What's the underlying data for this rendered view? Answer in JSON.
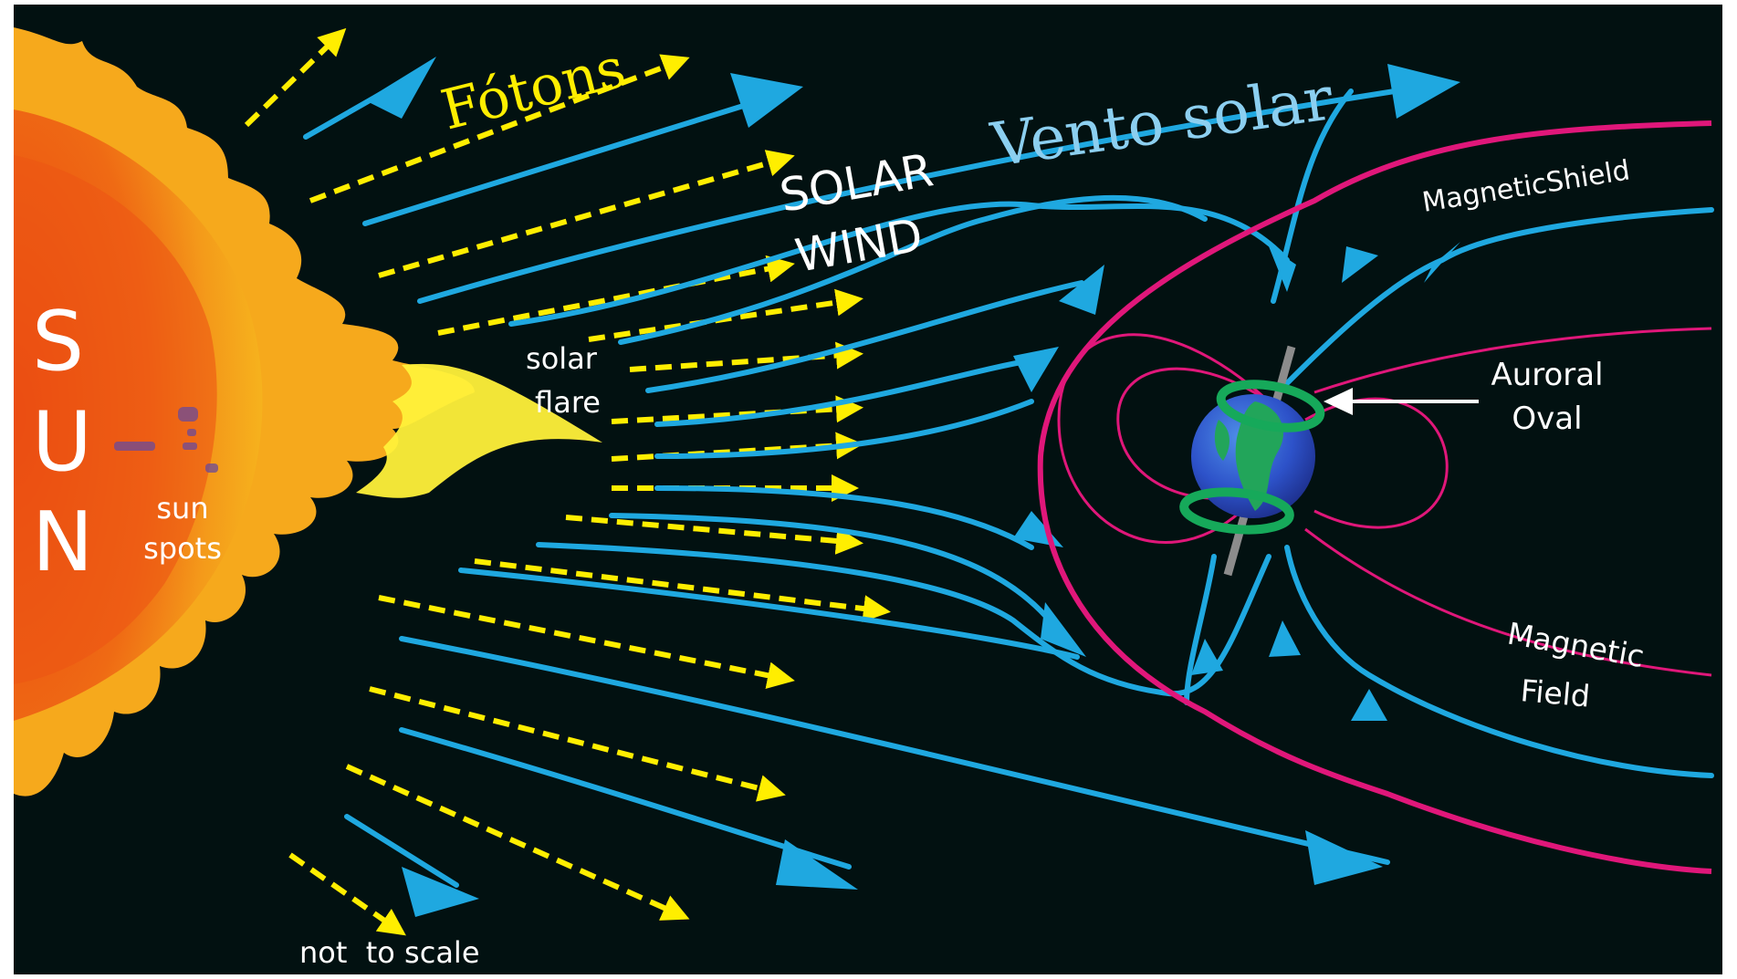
{
  "labels": {
    "sun": "SUN",
    "sun_spots_line1": "sun",
    "sun_spots_line2": "spots",
    "solar_flare_line1": "solar",
    "solar_flare_line2": "flare",
    "fotons": "Fótons",
    "vento_solar": "Vento solar",
    "solar_wind_line1": "SOLAR",
    "solar_wind_line2": "WIND",
    "magnetic_shield": "MagneticShield",
    "auroral_oval_line1": "Auroral",
    "auroral_oval_line2": "Oval",
    "magnetic_field_line1": "Magnetic",
    "magnetic_field_line2": "Field",
    "not_to_scale": "not  to scale"
  },
  "colors": {
    "background": "#021111",
    "solar_wind": "#1fa8e0",
    "photons": "#ffee00",
    "magnetic": "#e0177a",
    "sun_core": "#ee5a12",
    "sun_corona": "#f7a419",
    "flare": "#fff13a",
    "aurora": "#16a95a",
    "label_text": "#ffffff",
    "vento_text": "#8ccff0",
    "fotons_text": "#ffee00"
  },
  "icons": [
    "sun-icon",
    "earth-globe-icon",
    "aurora-ring-icon",
    "axis-rod-icon"
  ]
}
